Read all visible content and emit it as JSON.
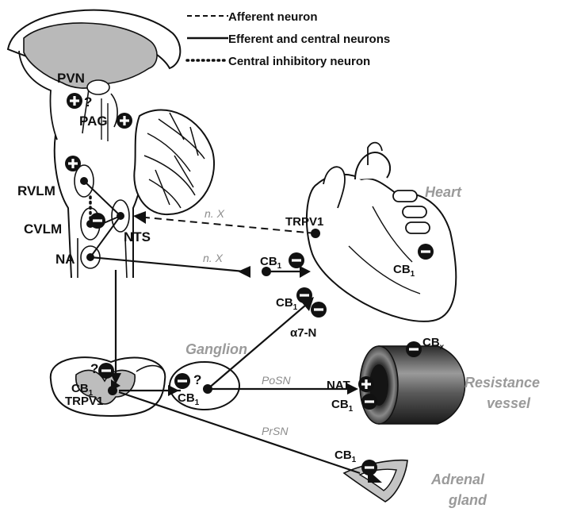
{
  "legend": {
    "afferent": "Afferent neuron",
    "efferent": "Efferent and central neurons",
    "inhibitory": "Central inhibitory neuron"
  },
  "brain": {
    "pvn": "PVN",
    "pvn_question": "?",
    "pag": "PAG",
    "rvlm": "RVLM",
    "cvlm": "CVLM",
    "nts": "NTS",
    "na": "NA"
  },
  "nerves": {
    "vagus_afferent": "n. X",
    "vagus_efferent": "n. X",
    "postganglionic": "PoSN",
    "preganglionic": "PrSN"
  },
  "organs": {
    "heart": "Heart",
    "ganglion": "Ganglion",
    "resistance_vessel_line1": "Resistance",
    "resistance_vessel_line2": "vessel",
    "adrenal_line1": "Adrenal",
    "adrenal_line2": "gland"
  },
  "receptors": {
    "trpv1_heart": "TRPV1",
    "cb": "CB",
    "sub_1": "1",
    "sub_x": "x",
    "x_label": "X",
    "alpha7": "α7-N",
    "nat": "NAT",
    "trpv1_spinal": "TRPV1",
    "question": "?"
  }
}
